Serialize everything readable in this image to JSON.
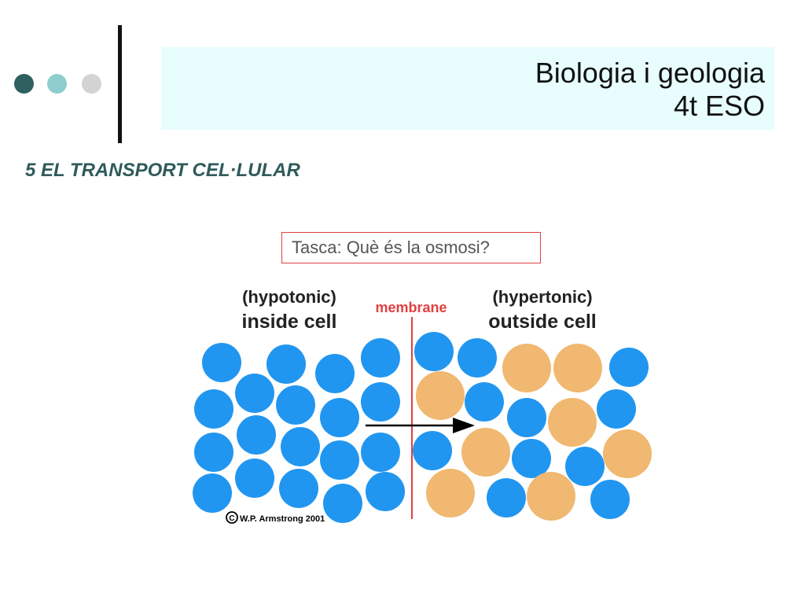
{
  "header": {
    "title_line1": "Biologia i geologia",
    "title_line2": "4t ESO"
  },
  "section_title": "5 EL TRANSPORT CEL·LULAR",
  "task_box": {
    "text": "Tasca:  Què és la osmosi?"
  },
  "diagram": {
    "left_label_top": "(hypotonic)",
    "left_label_bottom": "inside cell",
    "membrane_label": "membrane",
    "right_label_top": "(hypertonic)",
    "right_label_bottom": "outside cell",
    "credit": "W.P. Armstrong 2001",
    "colors": {
      "water": "#2196f0",
      "solute": "#f0b870",
      "membrane": "#e04040",
      "arrow": "#000000"
    }
  },
  "decor_colors": [
    "#2f5f5f",
    "#8ecdcd",
    "#d3d3d3"
  ]
}
